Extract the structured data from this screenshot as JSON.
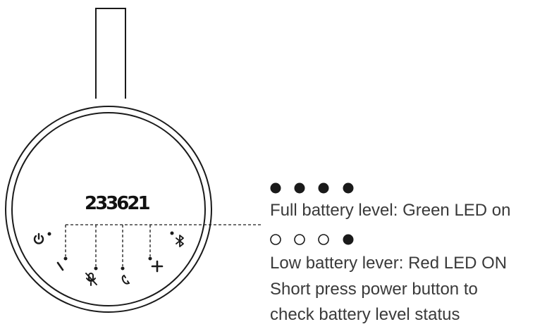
{
  "device": {
    "logo_text": "233621",
    "buttons": [
      {
        "name": "power",
        "icon": "power-icon"
      },
      {
        "name": "volume-down",
        "icon": "minus-icon"
      },
      {
        "name": "mute",
        "icon": "mute-mic-icon"
      },
      {
        "name": "call",
        "icon": "phone-icon"
      },
      {
        "name": "volume-up",
        "icon": "plus-icon"
      },
      {
        "name": "bluetooth",
        "icon": "bluetooth-icon"
      }
    ]
  },
  "legend": {
    "full": {
      "leds": [
        "filled",
        "filled",
        "filled",
        "filled"
      ],
      "text": "Full battery level: Green LED on"
    },
    "low": {
      "leds": [
        "empty",
        "empty",
        "empty",
        "filled"
      ],
      "text": "Low battery lever: Red LED ON"
    },
    "note_line1": "Short press power button to",
    "note_line2": "check battery level status"
  },
  "colors": {
    "ink": "#1a1a1a",
    "text": "#3a3a3a"
  }
}
